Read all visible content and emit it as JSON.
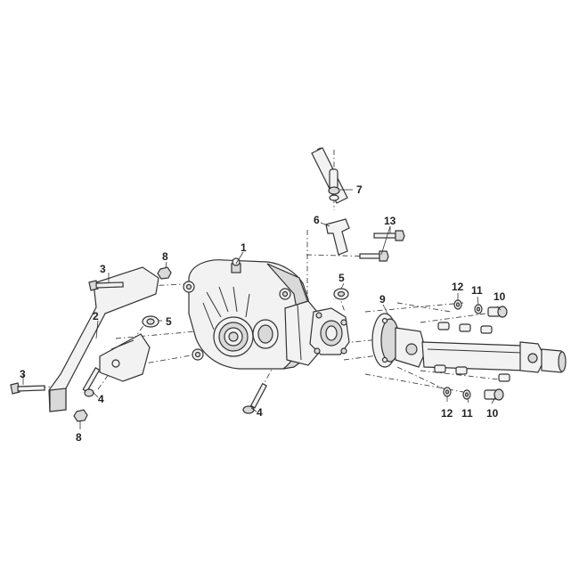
{
  "callouts": {
    "c1": "1",
    "c2": "2",
    "c3a": "3",
    "c3b": "3",
    "c4a": "4",
    "c4b": "4",
    "c5a": "5",
    "c5b": "5",
    "c6": "6",
    "c7": "7",
    "c8a": "8",
    "c8b": "8",
    "c9": "9",
    "c10a": "10",
    "c10b": "10",
    "c11a": "11",
    "c11b": "11",
    "c12a": "12",
    "c12b": "12",
    "c13": "13"
  }
}
